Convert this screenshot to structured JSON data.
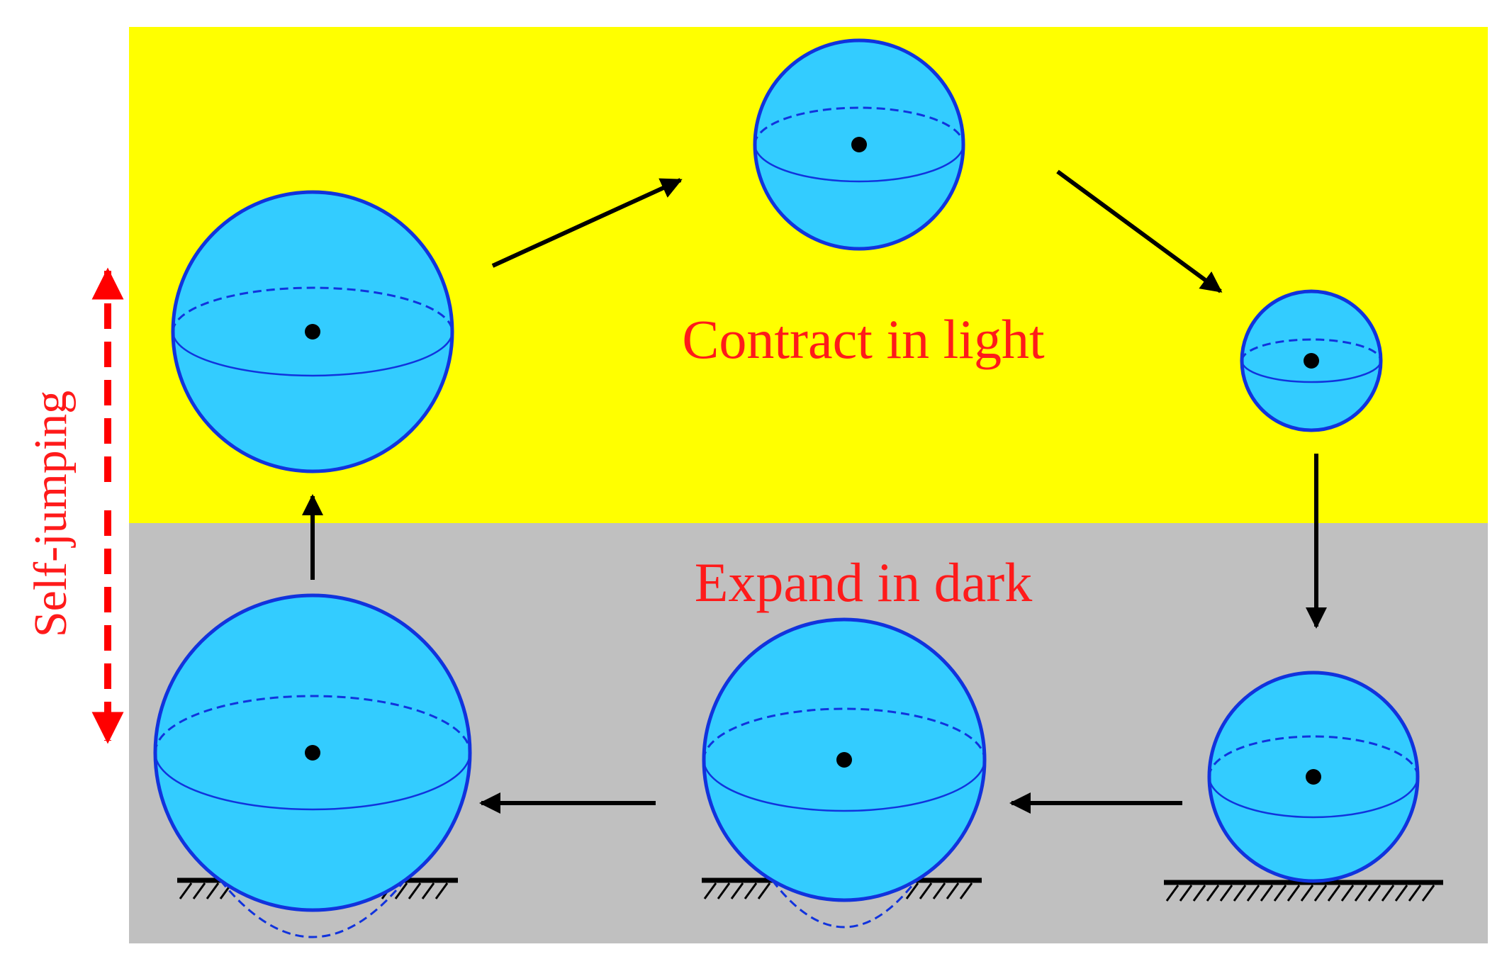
{
  "labels": {
    "light": "Contract in light",
    "dark": "Expand in dark",
    "jump": "Self-jumping"
  },
  "colors": {
    "light_zone": "#ffff00",
    "dark_zone": "#c0c0c0",
    "sphere_fill": "#33ccff",
    "sphere_stroke": "#1133dd",
    "label_text": "#ff1a1a",
    "arrow": "#000000"
  }
}
